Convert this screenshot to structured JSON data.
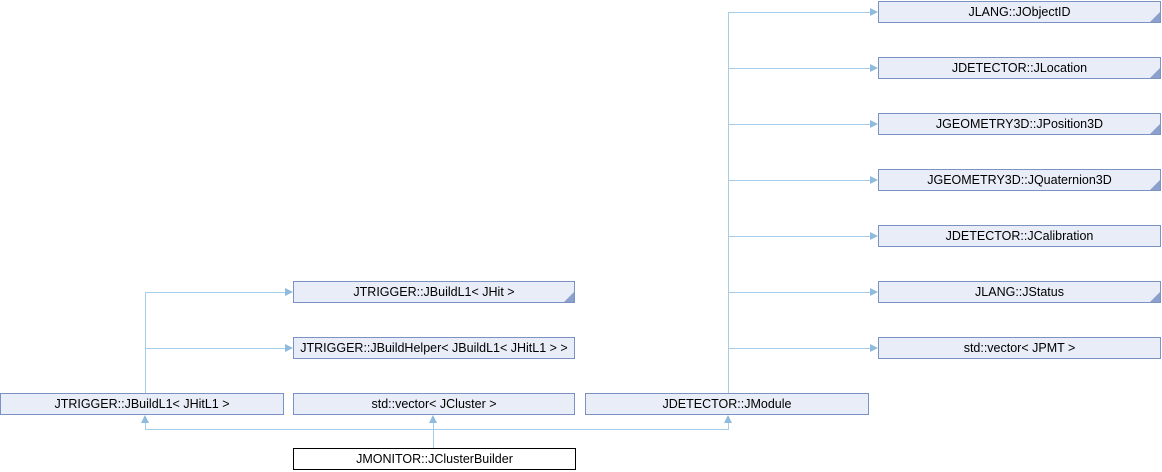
{
  "diagram": {
    "nodes": {
      "objectid": {
        "label": "JLANG::JObjectID"
      },
      "location": {
        "label": "JDETECTOR::JLocation"
      },
      "position3d": {
        "label": "JGEOMETRY3D::JPosition3D"
      },
      "quaternion3d": {
        "label": "JGEOMETRY3D::JQuaternion3D"
      },
      "calibration": {
        "label": "JDETECTOR::JCalibration"
      },
      "status": {
        "label": "JLANG::JStatus"
      },
      "vector_jpmt": {
        "label": "std::vector< JPMT >"
      },
      "buildl1_jhit": {
        "label": "JTRIGGER::JBuildL1< JHit >"
      },
      "buildhelper": {
        "label": "JTRIGGER::JBuildHelper< JBuildL1< JHitL1 > >"
      },
      "vector_jcluster": {
        "label": "std::vector< JCluster >"
      },
      "module": {
        "label": "JDETECTOR::JModule"
      },
      "buildl1_jhitl1": {
        "label": "JTRIGGER::JBuildL1< JHitL1 >"
      },
      "clusterbuilder": {
        "label": "JMONITOR::JClusterBuilder"
      }
    },
    "colors": {
      "node_fill": "#E8EDF7",
      "node_border": "#7A93C3",
      "fold_corner": "#8BA0CB",
      "connector_line": "#A5CCE8",
      "arrowhead": "#8FBBDF",
      "main_node_fill": "#FFFFFF",
      "main_node_border": "#000000",
      "text": "#000000"
    }
  }
}
